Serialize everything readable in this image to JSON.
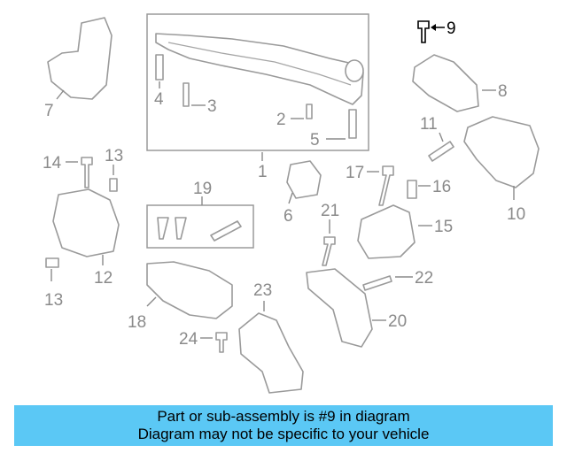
{
  "callouts": {
    "c1": "1",
    "c2": "2",
    "c3": "3",
    "c4": "4",
    "c5": "5",
    "c6": "6",
    "c7": "7",
    "c8": "8",
    "c9": "9",
    "c10": "10",
    "c11": "11",
    "c12": "12",
    "c13a": "13",
    "c13b": "13",
    "c14": "14",
    "c15": "15",
    "c16": "16",
    "c17": "17",
    "c18": "18",
    "c19": "19",
    "c20": "20",
    "c21": "21",
    "c22": "22",
    "c23": "23",
    "c24": "24"
  },
  "highlight_part": "9",
  "banner": {
    "line1": "Part or sub-assembly is #9 in diagram",
    "line2": "Diagram may not be specific to your vehicle",
    "background": "#5bc8f5"
  }
}
